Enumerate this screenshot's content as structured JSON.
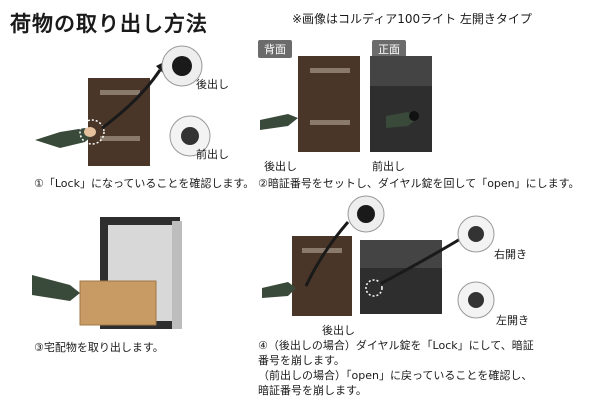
{
  "page_title": "荷物の取り出し方法",
  "note": "※画像はコルディア100ライト 左開きタイプ",
  "panels": {
    "back_tag": "背面",
    "front_tag": "正面"
  },
  "labels": {
    "rear_out_1": "後出し",
    "front_out_1": "前出し",
    "rear_out_2": "後出し",
    "front_out_2": "前出し",
    "rear_out_4": "後出し",
    "right_open": "右開き",
    "left_open": "左開き"
  },
  "steps": [
    {
      "text": "①「Lock」になっていることを確認します。"
    },
    {
      "text": "②暗証番号をセットし、ダイヤル錠を回して「open」にします。"
    },
    {
      "text": "③宅配物を取り出します。"
    },
    {
      "text": "④（後出しの場合）ダイヤル錠を「Lock」にして、暗証\n番号を崩します。\n（前出しの場合）「open」に戻っていることを確認し、\n暗証番号を崩します。"
    }
  ],
  "colors": {
    "cabinet_brown": "#4a3628",
    "cabinet_dark": "#2e2e2e",
    "arrow": "#1a1a1a"
  }
}
